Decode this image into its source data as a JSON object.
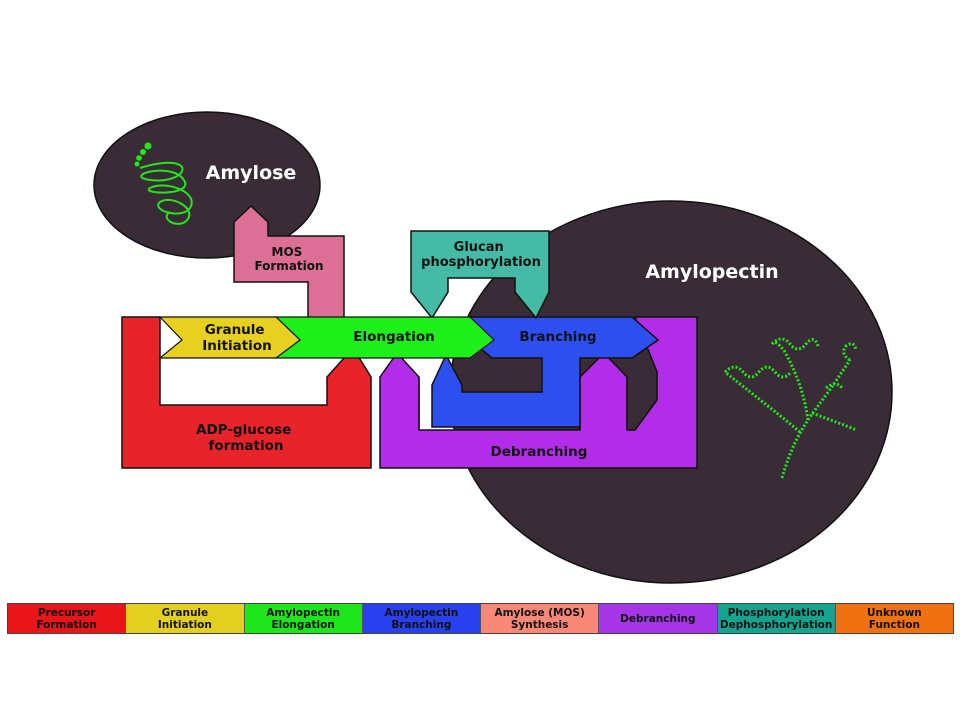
{
  "diagram": {
    "amylose_title": "Amylose",
    "amylopectin_title": "Amylopectin",
    "boxes": {
      "mos": "MOS\nFormation",
      "glucan": "Glucan\nphosphorylation",
      "granule": "Granule\nInitiation",
      "elongation": "Elongation",
      "branching": "Branching",
      "adp": "ADP-glucose\nformation",
      "debranching": "Debranching"
    }
  },
  "colors": {
    "precursor": "#e8232a",
    "granule": "#e8d020",
    "elongation": "#1ef01a",
    "branching": "#2e4ff0",
    "mos": "#db6f96",
    "debranching": "#b22de8",
    "phosphorylation": "#45bba6",
    "unknown": "#f47914",
    "blob": "#3a2c36"
  },
  "legend": [
    {
      "label": "Precursor\nFormation",
      "color": "#e8151a"
    },
    {
      "label": "Granule\nInitiation",
      "color": "#e3cf1e"
    },
    {
      "label": "Amylopectin\nElongation",
      "color": "#1ee61a"
    },
    {
      "label": "Amylopectin\nBranching",
      "color": "#2840ee"
    },
    {
      "label": "Amylose (MOS)\nSynthesis",
      "color": "#f98878"
    },
    {
      "label": "Debranching",
      "color": "#a436e6"
    },
    {
      "label": "Phosphorylation\nDephosphorylation",
      "color": "#14a48e"
    },
    {
      "label": "Unknown\nFunction",
      "color": "#f07112"
    }
  ]
}
